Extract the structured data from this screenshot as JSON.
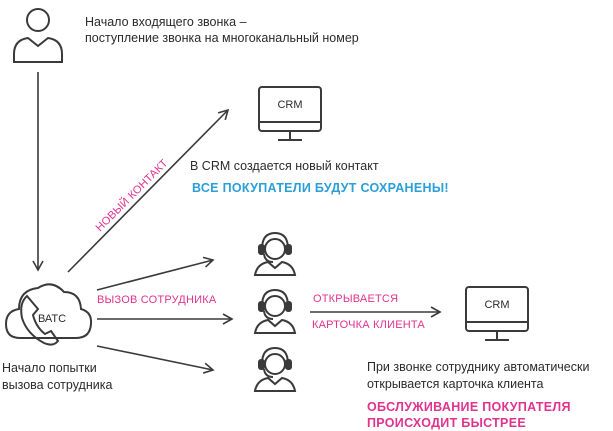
{
  "colors": {
    "line": "#3a3a3a",
    "pink": "#e0338f",
    "blue": "#2a9fd8",
    "text": "#2b2b2b"
  },
  "icons": {
    "caller": "person-icon",
    "crm_top": "monitor-icon",
    "crm_bottom": "monitor-icon",
    "vats": "cloud-phone-icon",
    "operators": [
      "headset-operator-icon",
      "headset-operator-icon",
      "headset-operator-icon"
    ]
  },
  "caller": {
    "line1": "Начало входящего звонка –",
    "line2": "поступление звонка на многоканальный номер"
  },
  "crm_top": {
    "screen_label": "CRM",
    "caption": "В CRM создается новый контакт",
    "highlight": "ВСЕ ПОКУПАТЕЛИ БУДУТ СОХРАНЕНЫ!"
  },
  "vats": {
    "label": "ВАТС",
    "caption_line1": "Начало попытки",
    "caption_line2": "вызова сотрудника"
  },
  "arrows": {
    "new_contact": "НОВЫЙ КОНТАКТ",
    "call_employee": "ВЫЗОВ СОТРУДНИКА",
    "opens": "ОТКРЫВАЕТСЯ",
    "client_card": "КАРТОЧКА КЛИЕНТА"
  },
  "crm_bottom": {
    "screen_label": "CRM",
    "caption_line1": "При звонке сотруднику автоматически",
    "caption_line2": "открывается карточка клиента",
    "highlight_line1": "ОБСЛУЖИВАНИЕ ПОКУПАТЕЛЯ",
    "highlight_line2": "ПРОИСХОДИТ БЫСТРЕЕ"
  }
}
